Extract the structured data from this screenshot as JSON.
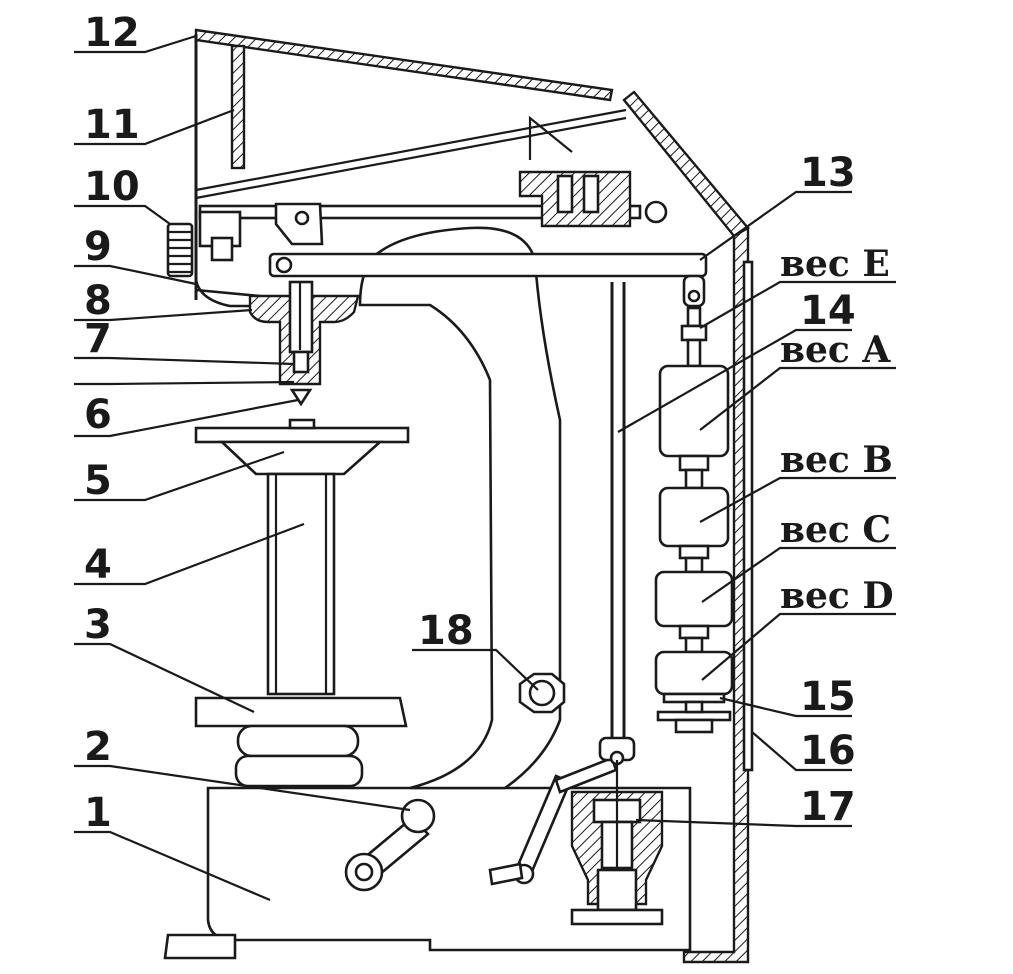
{
  "callouts": {
    "c1": "1",
    "c2": "2",
    "c3": "3",
    "c4": "4",
    "c5": "5",
    "c6": "6",
    "c7": "7",
    "c8": "8",
    "c9": "9",
    "c10": "10",
    "c11": "11",
    "c12": "12",
    "c13": "13",
    "c14": "14",
    "c15": "15",
    "c16": "16",
    "c17": "17",
    "c18": "18"
  },
  "weights": {
    "e": "вес E",
    "a": "вес A",
    "b": "вес B",
    "c": "вес C",
    "d": "вес D"
  }
}
